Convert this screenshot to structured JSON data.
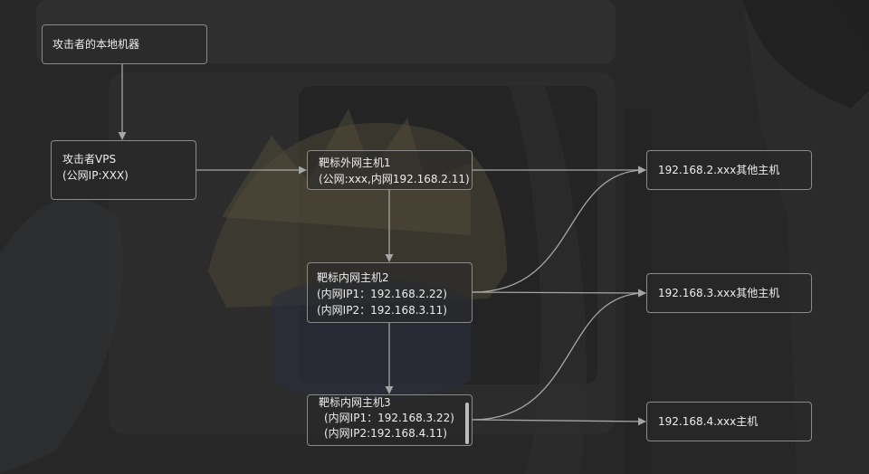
{
  "nodes": {
    "local": {
      "lines": [
        "攻击者的本地机器"
      ]
    },
    "vps": {
      "lines": [
        "攻击者VPS",
        "(公网IP:XXX)"
      ]
    },
    "host1": {
      "lines": [
        "靶标外网主机1",
        "(公网:xxx,内网192.168.2.11)"
      ]
    },
    "host2": {
      "lines": [
        "靶标内网主机2",
        "(内网IP1：192.168.2.22)",
        "(内网IP2：192.168.3.11)"
      ]
    },
    "host3": {
      "lines": [
        "靶标内网主机3",
        "(内网IP1：192.168.3.22)",
        "(内网IP2:192.168.4.11)"
      ]
    },
    "others2": {
      "lines": [
        "192.168.2.xxx其他主机"
      ]
    },
    "others3": {
      "lines": [
        "192.168.3.xxx其他主机"
      ]
    },
    "others4": {
      "lines": [
        "192.168.4.xxx主机"
      ]
    }
  },
  "colors": {
    "background": "#262626",
    "node_border": "#8a8a8a",
    "edge": "#a6a6a6",
    "text": "#ededed"
  }
}
